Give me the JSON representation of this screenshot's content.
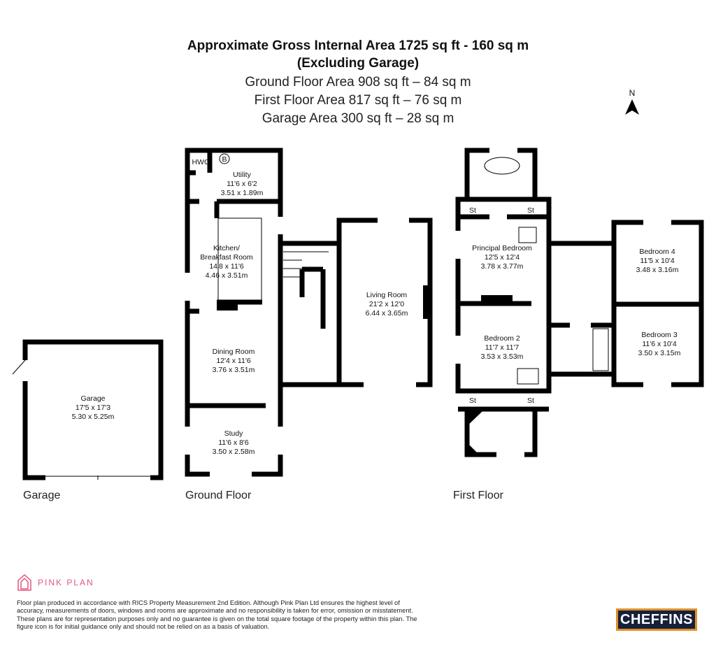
{
  "header": {
    "title": "Approximate Gross Internal Area 1725 sq ft - 160 sq m",
    "subtitle": "(Excluding Garage)",
    "ground_area": "Ground Floor Area 908 sq ft – 84 sq m",
    "first_area": "First Floor Area 817 sq ft – 76 sq m",
    "garage_area": "Garage Area 300 sq ft – 28 sq m"
  },
  "north": "N",
  "floors": {
    "garage": "Garage",
    "ground": "Ground Floor",
    "first": "First Floor"
  },
  "rooms": {
    "garage": {
      "name": "Garage",
      "imperial": "17'5 x 17'3",
      "metric": "5.30 x 5.25m"
    },
    "hwc": {
      "name": "HWC"
    },
    "boiler": {
      "name": "B"
    },
    "utility": {
      "name": "Utility",
      "imperial": "11'6 x 6'2",
      "metric": "3.51 x 1.89m"
    },
    "kitchen": {
      "name": "Kitchen/",
      "name2": "Breakfast Room",
      "imperial": "14'8 x 11'6",
      "metric": "4.46 x 3.51m"
    },
    "dining": {
      "name": "Dining Room",
      "imperial": "12'4 x 11'6",
      "metric": "3.76 x 3.51m"
    },
    "study": {
      "name": "Study",
      "imperial": "11'6 x 8'6",
      "metric": "3.50 x 2.58m"
    },
    "living": {
      "name": "Living Room",
      "imperial": "21'2 x 12'0",
      "metric": "6.44 x 3.65m"
    },
    "principal": {
      "name": "Principal Bedroom",
      "imperial": "12'5 x 12'4",
      "metric": "3.78 x 3.77m"
    },
    "bedroom2": {
      "name": "Bedroom 2",
      "imperial": "11'7 x 11'7",
      "metric": "3.53 x 3.53m"
    },
    "bedroom3": {
      "name": "Bedroom 3",
      "imperial": "11'6 x 10'4",
      "metric": "3.50 x 3.15m"
    },
    "bedroom4": {
      "name": "Bedroom 4",
      "imperial": "11'5 x 10'4",
      "metric": "3.48 x 3.16m"
    },
    "store": "St"
  },
  "footer": {
    "logo": "PINK PLAN",
    "disclaimer": "Floor plan produced in accordance with RICS Property Measurement 2nd Edition. Although Pink Plan Ltd ensures the highest level of accuracy, measurements of doors, windows and rooms are approximate and no responsibility is taken for error, omission or misstatement. These plans are for representation purposes only and no guarantee is given on the total square footage of the property within this plan. The figure icon is for initial guidance only and should not be relied on as a basis of valuation.",
    "agent": "CHEFFINS"
  },
  "colors": {
    "logo": "#e0577f",
    "agent_bg": "#16203a",
    "agent_border": "#e0902a"
  }
}
